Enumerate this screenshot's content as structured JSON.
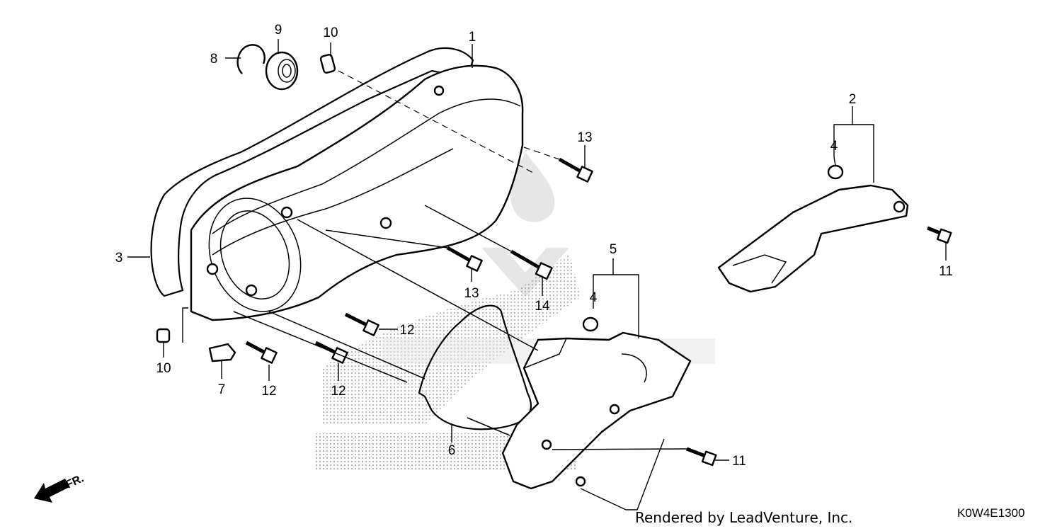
{
  "diagram": {
    "callouts": [
      "1",
      "2",
      "3",
      "4",
      "4",
      "5",
      "6",
      "7",
      "8",
      "9",
      "10",
      "10",
      "11",
      "11",
      "12",
      "12",
      "12",
      "13",
      "13",
      "14"
    ],
    "direction_label": "FR.",
    "credit": "Rendered by LeadVenture, Inc.",
    "diagram_code": "K0W4E1300"
  }
}
